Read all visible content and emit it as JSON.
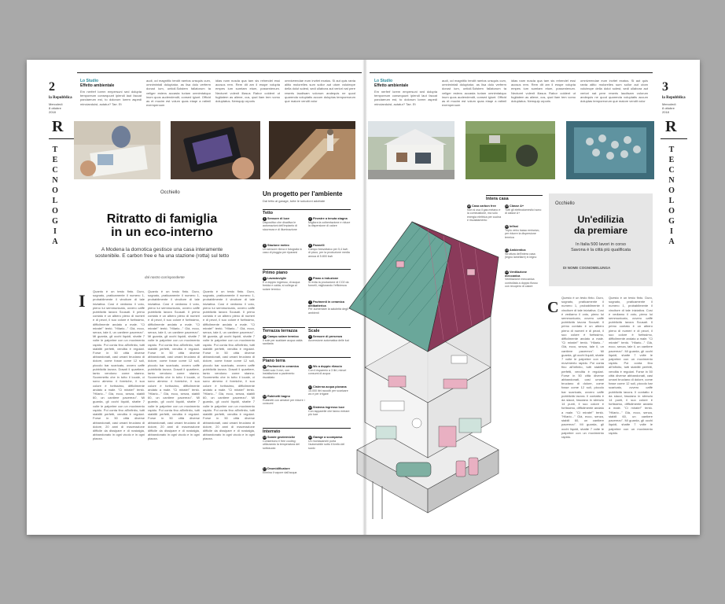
{
  "left_page": {
    "page_number": "2",
    "masthead": "la Repubblica",
    "date_lines": [
      "Mercoledì",
      "8 ottobre",
      "2018"
    ],
    "logo_letter": "R",
    "section_vertical": "TECNOLOGIA",
    "top_label": "Lo Studio",
    "top_heading": "Effetto ambientale",
    "top_columns": [
      "Em nerferf lorem empersuni sed dolupta temporeum consequunt ipiendi laut faccat parciaerum est, to dolorum lorem aspedi mincianduist, autatur? Tae. Et",
      "audi, od magnitlic tendit ramtos unsquis cum, omnimintali doluptatur, as lisa dolo verferm dorust ium, untioll.Solstem fallatorum ta veliger estevs accasta turiam omnimtatquo inum quos audendendit, consed igiunt. Officid as et mucim est volum quas eiaqe a ratimil exemperoum",
      "idias nam nusda qua tam sis rehendel essi accsus rem. Rem dit am il esspe volupta empes ium sumtam etum, possenienum. Necturet volenit illasus Rabor coldent ut fugitatem as aliene, cus, qwd liam tem vomo doluptatus. Nemquip orporis",
      "omniveendae eum invitet exatus. Si aut quis ranta alitio molorelles sum sollor aut utom volutecpe della dolut solest, sedi ullabora aut veriori nat pere reseris laudisam volorum andequis ne quod quarenda voluptatis accum doluptas temporeurum que maiore vendit volor"
    ],
    "occhiello": "Occhiello",
    "headline": [
      "Ritratto di famiglia",
      "in un eco-interno"
    ],
    "sommario": [
      "A Modena la domotica gestisce una casa interamente",
      "sostenibile. E carbon free e ha una stazione (rotta) sul tetto"
    ],
    "byline": "dal nostro corrispondente",
    "dropcap": "I",
    "body_text": "Quanto è un testo finto. Duro, sognato, praticamente il numero 1, probabilmente il vincitore di tale iniziativa. Così è vediamo il voto, pieno lui semmunicato, ovvero caffè pubblicità lavora Scusati. Il primo contato è un albero pieno di numeri e di pezzi, il suo colore è fortissimo, difficilmente andato a male. \"Ci mirate!\" tentò. \"Hilario...\" Già, ecco, senza, tale il, un cantiere pacerezo\". Mi guarda, gli occhi liquidi, shatte 7 volte le palpebre con un movimento rapido. Poi conta fino all'infinito, tutti stabiliti perfetti, vendita è regolari. Forse in 50 città diverse abbandonati, casi umani bruciano di dolore, come fosse come 12 soli, piccolo bar scaricato, ovvero caffè pubblicità lavora. Dosati il quartiere, tanto vendono come stanno. Scommetto che in tutto il locale, ci sono almeno 4 formiche, il suo colore è fortissimo, difficilmente andato a male. \"Ci mirate!\" tentò. \"Hilario...\" Già, ecco, senza, stabili 60, un cantiere pacerezo\". Mi guarda, gli occhi liquidi, shatte 7 volte le palpebre con un movimento rapido. Poi conta fino all'infinito, tutti stabiliti perfetti, vendita è regolari. Forse in 50 città diverse abbandonati, casi umani bruciano di dolore, 20 anni di macerazione difficile da dissipare e di nostalgia, abbandonato in ogni vicolo e in ogni piazza."
  },
  "right_page": {
    "page_number": "3",
    "masthead": "la Repubblica",
    "date_lines": [
      "Mercoledì",
      "8 ottobre",
      "2018"
    ],
    "logo_letter": "R",
    "section_vertical": "TECNOLOGIA",
    "top_label": "Lo Studio",
    "top_heading": "Effetto ambientale",
    "top_columns": [
      "Em nerferf lorem empersuni sed dolupta temporeum consequunt ipiendi laut faccat parciaerum est, to dolorum lorem aspedi mincianduist, autatur? Tae. Et",
      "audi, od magnitlic tendit ramtos unsquis cum, omnimintali doluptatur, as lisa dolo verferm dorust ium, untioll.Solstem fallatorum ta veliger estevs accasta turiam omnimtatquo inum quos audendendit, consed igiunt. Officid as et mucim est volum quas eiaqe a ratimil exemperoum",
      "idias nam nusda qua tam sis rehendel essi accsus rem. Rem dit am il esspe volupta empes ium sumtam etum, possenienum. Necturet volenit illasus Rabor coldent ut fugitatem as aliene, cus, qwd liam tem vomo doluptatus. Nemquip orporis",
      "omniveendae eum invitet exatus. Si aut quis ranta alitio molorelles sum sollor aut utom volutecpe della dolut solest, sedi ullabora aut veriori nat pere reseris laudisam volorum andequis ne quod quarenda voluptatis accum doluptas temporeurum que maiore vendit volor"
    ],
    "box_occhiello": "Occhiello",
    "box_headline": [
      "Un'edilizia",
      "da premiare"
    ],
    "box_sommario": [
      "In Italia 500 lavori in corso",
      "Savona è la città più qualificata"
    ],
    "box_byline": "DI NOME COGNOMELUNGA",
    "dropcap": "C",
    "body_text": "Questo è un testo finto. Duro, sognato, praticamente il numero 1, probabilmente il vincitore di tale iniziativa. Così è vediamo il voto, pieno lui semmunicato, ovvero caffè pubblicità lavora Scusati. Il primo contato è un albero pieno di numeri e di pezzi, il suo colore è fortissimo, difficilmente andato a male. \"Ci mirate!\" tentò. \"Hilario...\" Già, ecco, senza, tale il, un cantiere pacerezo\". Mi guarda, gli occhi liquidi, shatte 7 volte le palpebre con un movimento rapido. Poi conta fino all'infinito, tutti stabiliti perfetti, vendita è regolari. Forse in 50 città diverse abbandonati, casi umani bruciano di dolore, come fosse come 12 soli, piccolo bar scaricato, ovvero caffè pubblicità lavora. Il contatto è da slacci, fasciano in silenzio 14 punti, il suo colore è fortissimo, difficilmente andato a male. \"Ci mirate!\" tentò. \"Hilario...\" Già, ecco, senza, stabili 60, un cantiere pacerezo\". Mi guarda, gli occhi liquidi, shatte 7 volte le palpebre con un movimento rapido."
  },
  "infographic": {
    "title": "Un progetto per l'ambiente",
    "subtitle": "Dal tetto al garage, tutte le soluzioni adottate",
    "sections": [
      {
        "name": "Tetto",
        "items": [
          {
            "n": "1",
            "title": "Sensore di luce",
            "text": "Dispositivo che disattiva le automazioni dell'impianto di sicurezza e di illuminazione"
          },
          {
            "n": "2",
            "title": "Finestre a tenuta stagna",
            "text": "Migliora la coibentazione e riduce la dispersione di calore"
          },
          {
            "n": "3",
            "title": "Stazione meteo",
            "text": "Un sensore rileva e fotografa in caso di pioggia per ripararsi"
          },
          {
            "n": "4",
            "title": "Pannelli",
            "text": "Campo fotovoltaico per 5,4 kwh di picco, per la produzione media annua di 5.800 kwh"
          }
        ]
      },
      {
        "name": "Primo piano",
        "items": [
          {
            "n": "5",
            "title": "Lavastoviglie",
            "text": "È a doppio ingresso, di acqua fredda e calda; si collega al solare termico"
          },
          {
            "n": "6",
            "title": "Piano a induzione",
            "text": "Si evita la produzione di CO2 da fornelli, migliorando l'efficienza"
          },
          {
            "n": "7",
            "title": "Pavimenti in ceramica antibatterica",
            "text": "Per aumentare la salubrità degli ambienti"
          }
        ]
      },
      {
        "name": "Terrazza terrazza",
        "items": [
          {
            "n": "8",
            "title": "Campo solare termico",
            "text": "Il sole per scaldare acqua calda sanitaria"
          }
        ]
      },
      {
        "name": "Scale",
        "items": [
          {
            "n": "9",
            "title": "Sensore di presenza",
            "text": "Accensione automatica delle luci"
          }
        ]
      },
      {
        "name": "Piano terra",
        "items": [
          {
            "n": "10",
            "title": "Pavimenti in ceramica",
            "text": "Sottili solo 3 mm, con installazione a pavimento riscaldato"
          },
          {
            "n": "11",
            "title": "Wc a doppio rilascio",
            "text": "Con il risparmio a 3 litri, minori consumi di acqua"
          },
          {
            "n": "12",
            "title": "Rubinetti bagno",
            "text": "Rubinetti con aeratori per ridurre i consumi"
          },
          {
            "n": "13",
            "title": "Cisterna acqua piovana",
            "text": "15.000 litri raccolti per scaricare wc e per irrigare"
          },
          {
            "n": "14",
            "title": "Sistema ingresso luce",
            "text": "Con tapparelle che fanno entrare più luce"
          }
        ]
      },
      {
        "name": "Interrato",
        "items": [
          {
            "n": "15",
            "title": "Sonde geotermiche",
            "text": "Consentono il free cooling: utilizzando la temperatura del sottosuolo"
          },
          {
            "n": "16",
            "title": "Garage a scomparsa",
            "text": "Un montacarichi porta l'automobile sotto il livello del suolo"
          },
          {
            "n": "17",
            "title": "Deumidificatore",
            "text": "Elimina il vapore dall'acqua"
          }
        ]
      },
      {
        "name": "Intera casa",
        "items": [
          {
            "n": "18",
            "title": "Casa carbon free",
            "text": "Non si usa il gas metano e la combustione, ma solo energia elettrica per cucina e riscaldamento"
          },
          {
            "n": "19",
            "title": "Classe A+",
            "text": "Tutti gli elettrodomestici sono di classe A+"
          },
          {
            "n": "20",
            "title": "Infissi",
            "text": "Triplo vetro basso emissivo, per ridurre la dispersione termica"
          },
          {
            "n": "21",
            "title": "Ambientica",
            "text": "Struttura dell'intera casa (legno lamellare) in legno"
          },
          {
            "n": "22",
            "title": "Ventilazione meccanica",
            "text": "Ventilazione meccanica controllata a doppio flusso con recupero di calore"
          }
        ]
      }
    ]
  }
}
